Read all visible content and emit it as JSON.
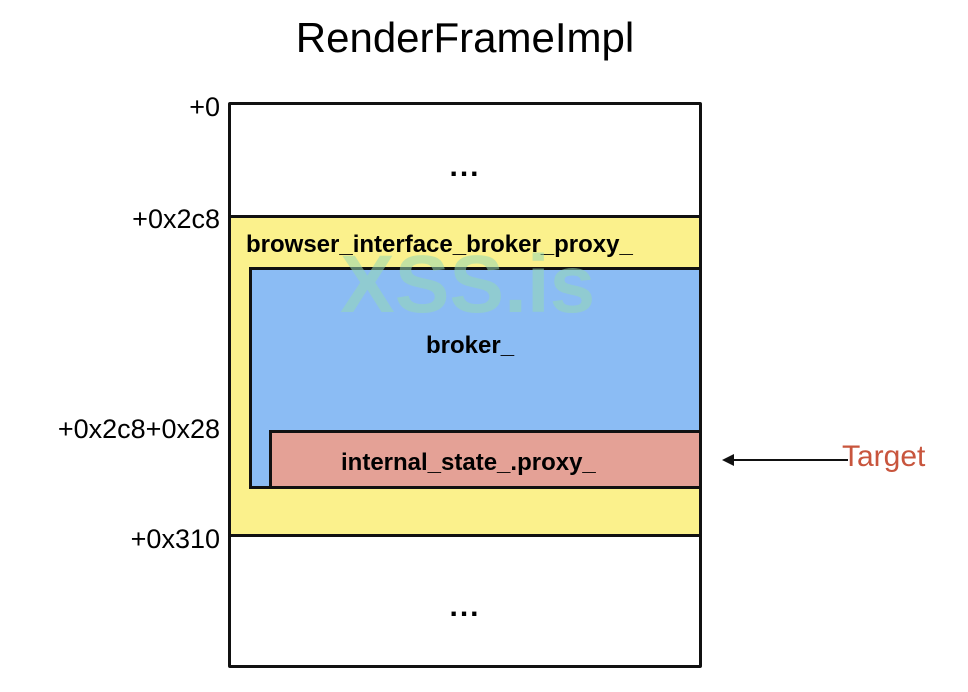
{
  "title": "RenderFrameImpl",
  "offsets": {
    "start": "+0",
    "proxy_start": "+0x2c8",
    "internal": "+0x2c8+0x28",
    "proxy_end": "+0x310"
  },
  "blocks": {
    "top_ellipsis": "...",
    "bottom_ellipsis": "...",
    "proxy_label": "browser_interface_broker_proxy_",
    "broker_label": "broker_",
    "internal_label": "internal_state_.proxy_"
  },
  "target": {
    "label": "Target",
    "color": "#c8553d"
  },
  "watermark": "XSS.is",
  "colors": {
    "proxy_fill": "#fbf18c",
    "broker_fill": "#8bbcf4",
    "internal_fill": "#e4a196"
  }
}
